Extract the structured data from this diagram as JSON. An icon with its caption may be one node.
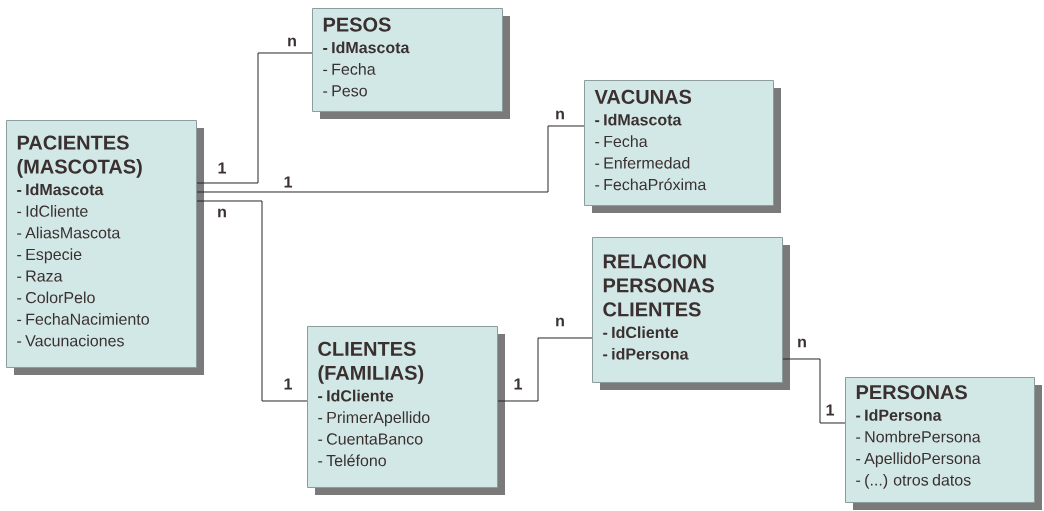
{
  "diagram": {
    "nodes": [
      {
        "text": [
          "PACIENTES (MASCOTAS)",
          "- IdMascota",
          "- IdCliente",
          "- AliasMascota",
          "- Especie",
          "- Raza",
          "- ColorPelo",
          "- FechaNacimiento",
          "- Vacunaciones"
        ]
      },
      {
        "text": [
          "PESOS",
          "- IdMascota",
          "- Fecha",
          "- Peso"
        ]
      },
      {
        "text": [
          "VACUNAS",
          "- IdMascota",
          "- Fecha",
          "- Enfermedad",
          "- FechaPróxima"
        ]
      },
      {
        "text": [
          "CLIENTES (FAMILIAS)",
          "- IdCliente",
          "- PrimerApellido",
          "- CuentaBanco",
          "- Teléfono"
        ]
      },
      {
        "text": [
          "RELACION PERSONAS CLIENTES",
          "- IdCliente",
          "- idPersona"
        ]
      },
      {
        "text": [
          "PERSONAS",
          "- IdPersona",
          "- NombrePersona",
          "- ApellidoPersona",
          "- (...) otros datos"
        ]
      }
    ],
    "edges": [
      {
        "from": 0,
        "to": 1,
        "arrow": "none"
      },
      {
        "from": 0,
        "to": 2,
        "arrow": "none"
      },
      {
        "from": 0,
        "to": 3,
        "arrow": "none"
      },
      {
        "from": 3,
        "to": 4,
        "arrow": "none"
      },
      {
        "from": 4,
        "to": 5,
        "arrow": "none"
      }
    ],
    "labels": [
      "n",
      "n",
      "1",
      "1",
      "n",
      "n",
      "n",
      "1",
      "1",
      "1"
    ]
  }
}
